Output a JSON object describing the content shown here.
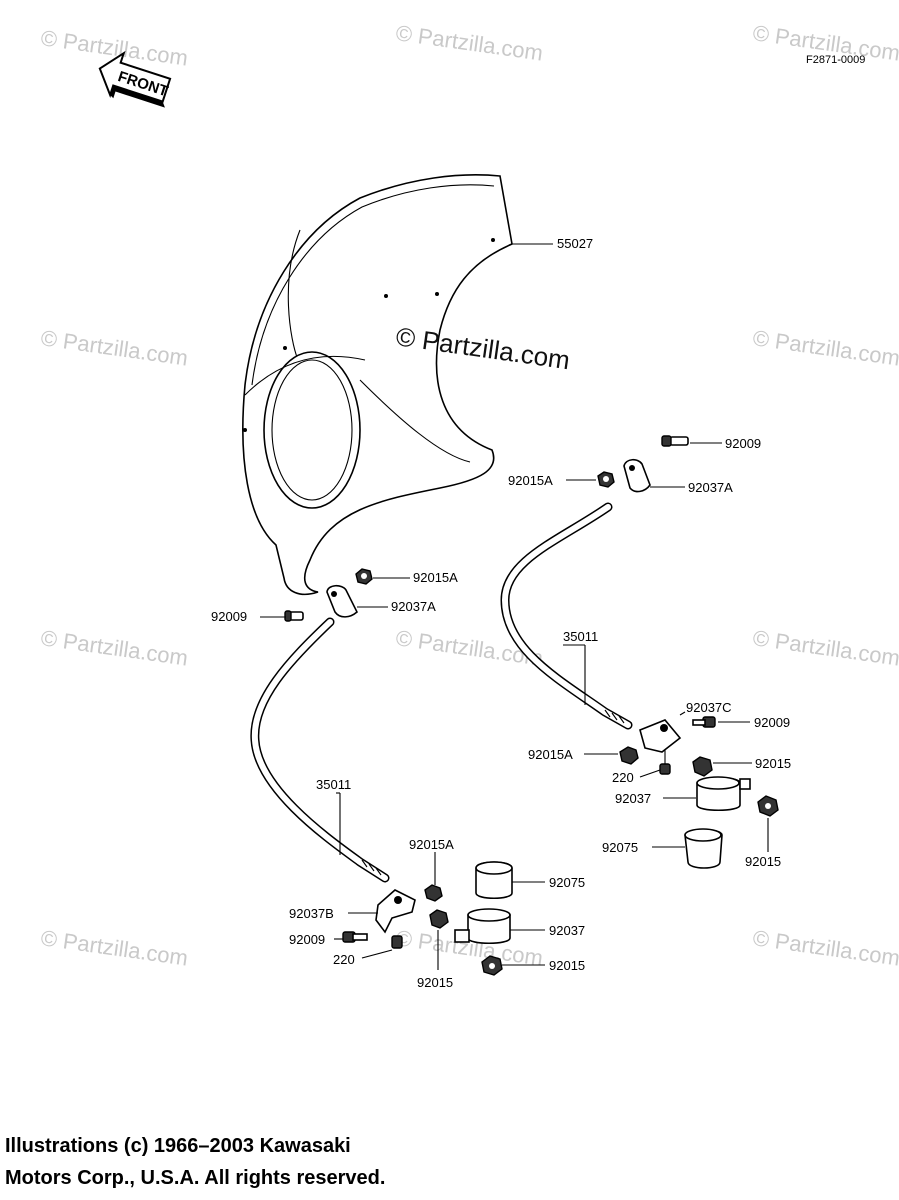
{
  "figure_code": "F2871-0009",
  "front_label": "FRONT",
  "center_watermark": "© Partzilla.com",
  "watermark_text": "© Partzilla.com",
  "callouts": [
    {
      "id": "c1",
      "text": "55027"
    },
    {
      "id": "c2",
      "text": "92009"
    },
    {
      "id": "c3",
      "text": "92015A"
    },
    {
      "id": "c4",
      "text": "92037A"
    },
    {
      "id": "c5",
      "text": "92015A"
    },
    {
      "id": "c6",
      "text": "92037A"
    },
    {
      "id": "c7",
      "text": "92009"
    },
    {
      "id": "c8",
      "text": "35011"
    },
    {
      "id": "c9",
      "text": "92037C"
    },
    {
      "id": "c10",
      "text": "92009"
    },
    {
      "id": "c11",
      "text": "92015A"
    },
    {
      "id": "c12",
      "text": "220"
    },
    {
      "id": "c13",
      "text": "92015"
    },
    {
      "id": "c14",
      "text": "92037"
    },
    {
      "id": "c15",
      "text": "92075"
    },
    {
      "id": "c16",
      "text": "92015"
    },
    {
      "id": "c17",
      "text": "35011"
    },
    {
      "id": "c18",
      "text": "92015A"
    },
    {
      "id": "c19",
      "text": "92075"
    },
    {
      "id": "c20",
      "text": "92037B"
    },
    {
      "id": "c21",
      "text": "92037"
    },
    {
      "id": "c22",
      "text": "92009"
    },
    {
      "id": "c23",
      "text": "220"
    },
    {
      "id": "c24",
      "text": "92015"
    },
    {
      "id": "c25",
      "text": "92015"
    }
  ],
  "copyright_line1": "Illustrations (c) 1966–2003 Kawasaki",
  "copyright_line2": "Motors Corp., U.S.A.  All rights reserved."
}
